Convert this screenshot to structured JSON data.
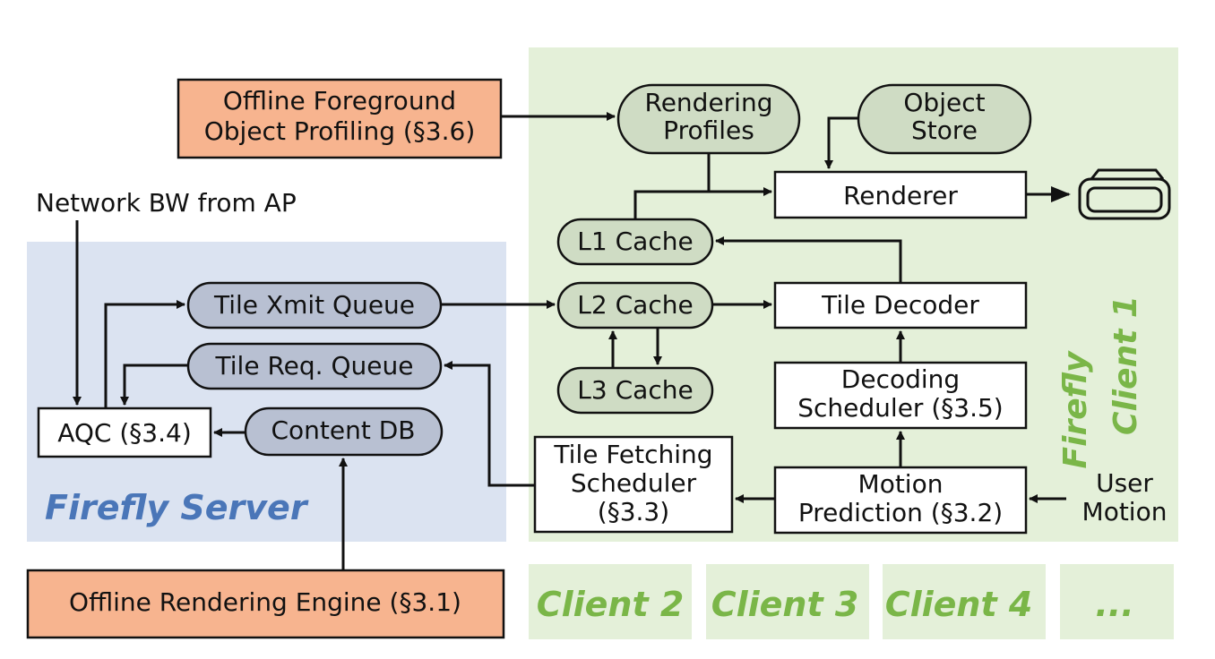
{
  "colors": {
    "server_region": "#dbe3f1",
    "client_region": "#e4f0d9",
    "server_title": "#4a76b8",
    "client_title": "#7ab648",
    "offline_box": "#f7b48f",
    "client_pill": "#cfdcc4",
    "server_pill": "#b8c0d2"
  },
  "offline": {
    "profiling": [
      "Offline Foreground",
      "Object Profiling (§3.6)"
    ],
    "engine": "Offline Rendering Engine (§3.1)"
  },
  "inputs": {
    "network_bw": "Network BW from AP",
    "user_motion": [
      "User",
      "Motion"
    ]
  },
  "server": {
    "title": "Firefly Server",
    "xmit_queue": "Tile Xmit Queue",
    "req_queue": "Tile Req. Queue",
    "aqc": "AQC (§3.4)",
    "content_db": "Content DB"
  },
  "client": {
    "title": [
      "Firefly",
      "Client 1"
    ],
    "rendering_profiles": [
      "Rendering",
      "Profiles"
    ],
    "object_store": [
      "Object",
      "Store"
    ],
    "renderer": "Renderer",
    "l1": "L1 Cache",
    "l2": "L2 Cache",
    "l3": "L3 Cache",
    "tile_decoder": "Tile Decoder",
    "decoding_scheduler": [
      "Decoding",
      "Scheduler (§3.5)"
    ],
    "tile_fetching": [
      "Tile Fetching",
      "Scheduler",
      "(§3.3)"
    ],
    "motion_prediction": [
      "Motion",
      "Prediction (§3.2)"
    ]
  },
  "other_clients": [
    "Client 2",
    "Client 3",
    "Client 4",
    "..."
  ],
  "icons": {
    "headset": "vr-headset-icon"
  }
}
